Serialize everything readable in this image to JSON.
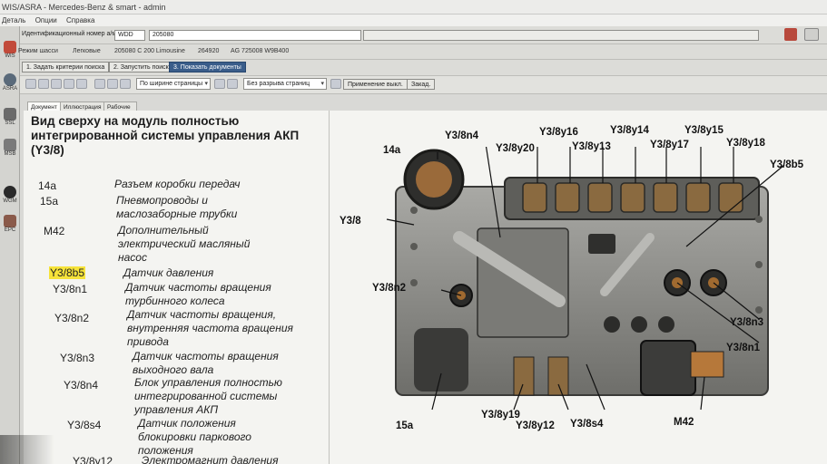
{
  "window": {
    "title": "WIS/ASRA - Mercedes-Benz & smart - admin"
  },
  "menu": [
    "Деталь",
    "Опции",
    "Справка"
  ],
  "left_toolbar": [
    {
      "label": "WIS",
      "icon": "car-icon"
    },
    {
      "label": "ASRA",
      "icon": "clock-icon"
    },
    {
      "label": "SSL",
      "icon": "wrench-icon"
    },
    {
      "label": "MSB",
      "icon": "gear-icon"
    },
    {
      "label": "WGM",
      "icon": "play-icon"
    },
    {
      "label": "EPC",
      "icon": "parts-icon"
    }
  ],
  "vin_row": {
    "label": "Идентификационный номер а/м",
    "prefix": "WDD",
    "value": "205080",
    "progress": ""
  },
  "breadcrumb": [
    "Режим шасси",
    "Легковые",
    "205080 C 200 Limousine",
    "264920",
    "AG 725008 W9B400"
  ],
  "steps": [
    {
      "label": "1. Задать критерии поиска",
      "active": false
    },
    {
      "label": "2. Запустить поиск",
      "active": false
    },
    {
      "label": "3. Показать документы",
      "active": true
    }
  ],
  "doc_toolbar": {
    "zoom": "По ширине страницы",
    "page_break": "Без разрыва страниц",
    "apply_button": "Применение выкл.",
    "bookmark_button": "Закад."
  },
  "tabs": [
    {
      "label": "Документ",
      "active": true
    },
    {
      "label": "Иллюстрация",
      "active": false
    },
    {
      "label": "Рабочие операции",
      "active": false
    }
  ],
  "document": {
    "heading": "Вид сверху на модуль полностью интегрированной системы управления АКП (Y3/8)",
    "legend": [
      {
        "code": "14a",
        "desc": "Разъем коробки передач"
      },
      {
        "code": "15a",
        "desc": "Пневмопроводы и маслозаборные трубки"
      },
      {
        "code": "M42",
        "desc": "Дополнительный электрический масляный насос"
      },
      {
        "code": "Y3/8b5",
        "desc": "Датчик давления",
        "highlight": true
      },
      {
        "code": "Y3/8n1",
        "desc": "Датчик частоты вращения турбинного колеса"
      },
      {
        "code": "Y3/8n2",
        "desc": "Датчик частоты вращения, внутренняя частота вращения привода"
      },
      {
        "code": "Y3/8n3",
        "desc": "Датчик частоты вращения выходного вала"
      },
      {
        "code": "Y3/8n4",
        "desc": "Блок управления полностью интегрированной системы управления АКП"
      },
      {
        "code": "Y3/8s4",
        "desc": "Датчик положения блокировки паркового положения"
      },
      {
        "code": "Y3/8y12",
        "desc": "Электромагнит давления"
      }
    ],
    "callouts": [
      "14a",
      "Y3/8n4",
      "Y3/8y20",
      "Y3/8y16",
      "Y3/8y13",
      "Y3/8y14",
      "Y3/8y17",
      "Y3/8y15",
      "Y3/8y18",
      "Y3/8b5",
      "Y3/8",
      "Y3/8n2",
      "Y3/8n3",
      "Y3/8n1",
      "15a",
      "Y3/8y19",
      "Y3/8y12",
      "Y3/8s4",
      "M42"
    ]
  },
  "colors": {
    "highlight": "#f6e33a",
    "active_step": "#3a5d8a",
    "module_metal": "#8f8f8b"
  }
}
